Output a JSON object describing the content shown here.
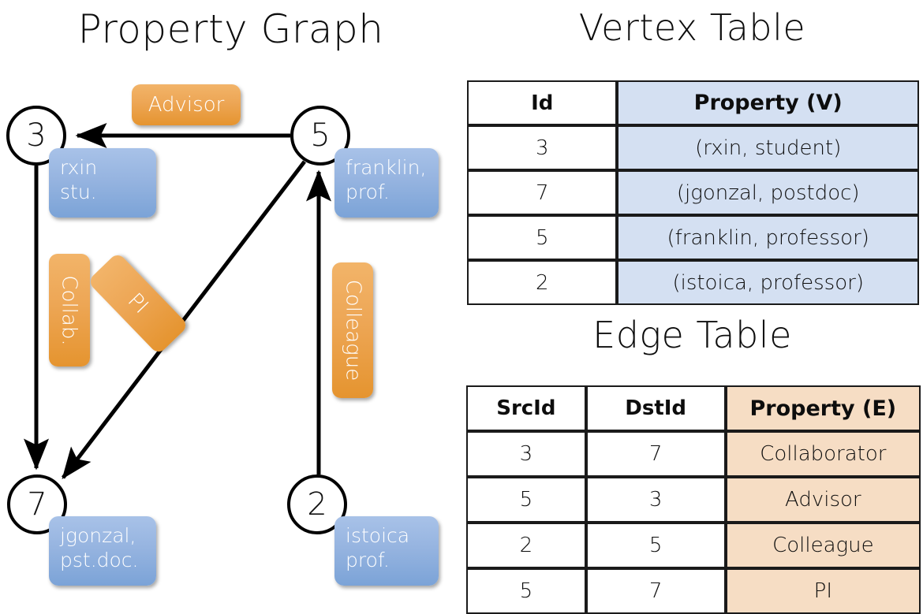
{
  "panels": {
    "graph_title": "Property Graph",
    "vertex_title": "Vertex Table",
    "edge_title": "Edge Table"
  },
  "graph": {
    "nodes": [
      {
        "id": "3",
        "label": "rxin\nstu."
      },
      {
        "id": "5",
        "label": "franklin,\nprof."
      },
      {
        "id": "7",
        "label": "jgonzal,\npst.doc."
      },
      {
        "id": "2",
        "label": "istoica\nprof."
      }
    ],
    "edge_labels": [
      {
        "name": "advisor",
        "text": "Advisor"
      },
      {
        "name": "collab",
        "text": "Collab."
      },
      {
        "name": "pi",
        "text": "PI"
      },
      {
        "name": "colleague",
        "text": "Colleague"
      }
    ]
  },
  "vertex_table": {
    "headers": [
      "Id",
      "Property (V)"
    ],
    "rows": [
      {
        "id": "3",
        "property": "(rxin, student)"
      },
      {
        "id": "7",
        "property": "(jgonzal, postdoc)"
      },
      {
        "id": "5",
        "property": "(franklin, professor)"
      },
      {
        "id": "2",
        "property": "(istoica, professor)"
      }
    ]
  },
  "edge_table": {
    "headers": [
      "SrcId",
      "DstId",
      "Property (E)"
    ],
    "rows": [
      {
        "src": "3",
        "dst": "7",
        "property": "Collaborator"
      },
      {
        "src": "5",
        "dst": "3",
        "property": "Advisor"
      },
      {
        "src": "2",
        "dst": "5",
        "property": "Colleague"
      },
      {
        "src": "5",
        "dst": "7",
        "property": "PI"
      }
    ]
  },
  "colors": {
    "vertex_cell_blue": "#d4e0f2",
    "edge_cell_orange": "#f6ddc4",
    "badge_blue": "#96b4e0",
    "badge_orange": "#eda655",
    "stroke": "#000000"
  }
}
